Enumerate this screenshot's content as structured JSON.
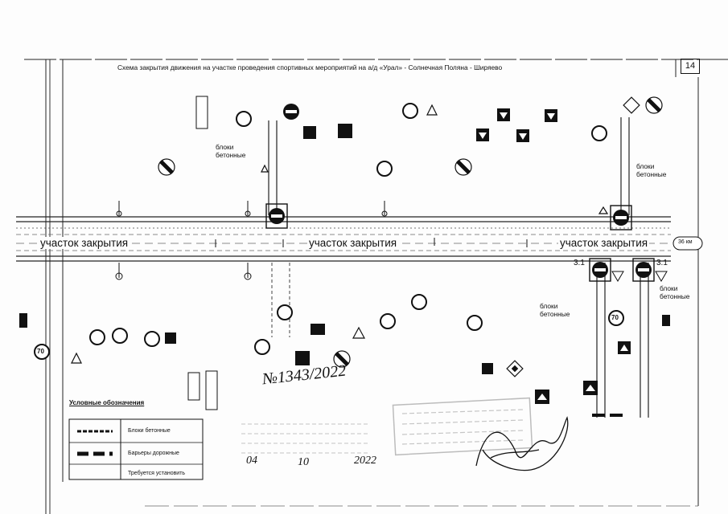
{
  "header": {
    "title": "Схема закрытия движения на участке проведения спортивных мероприятий на а/д  «Урал» - Солнечная Поляна - Ширяево",
    "page_number": "14"
  },
  "zones": {
    "left": "участок закрытия",
    "middle": "участок закрытия",
    "right": "участок закрытия"
  },
  "labels": {
    "blocks_top_left": "блоки\nбетонные",
    "blocks_top_right": "блоки\nбетонные",
    "blocks_right": "блоки\nбетонные",
    "blocks_bottom": "блоки\nбетонные",
    "sign_3_1_left": "3.1",
    "sign_3_1_right": "3.1",
    "distance_marker": "36 км",
    "sign_70_left": "70",
    "sign_70_right": "70"
  },
  "legend": {
    "title": "Условные обозначения",
    "items": [
      {
        "label": "Блоки бетонные"
      },
      {
        "label": "Барьеры дорожные"
      },
      {
        "label": "Требуется установить"
      }
    ]
  },
  "approval": {
    "handwritten_number": "№1343/2022",
    "handwritten_date_day": "04",
    "handwritten_date_month": "10",
    "handwritten_date_year": "2022"
  },
  "colors": {
    "ink": "#111111",
    "road": "#222222",
    "stamp": "#9a9a9a"
  }
}
